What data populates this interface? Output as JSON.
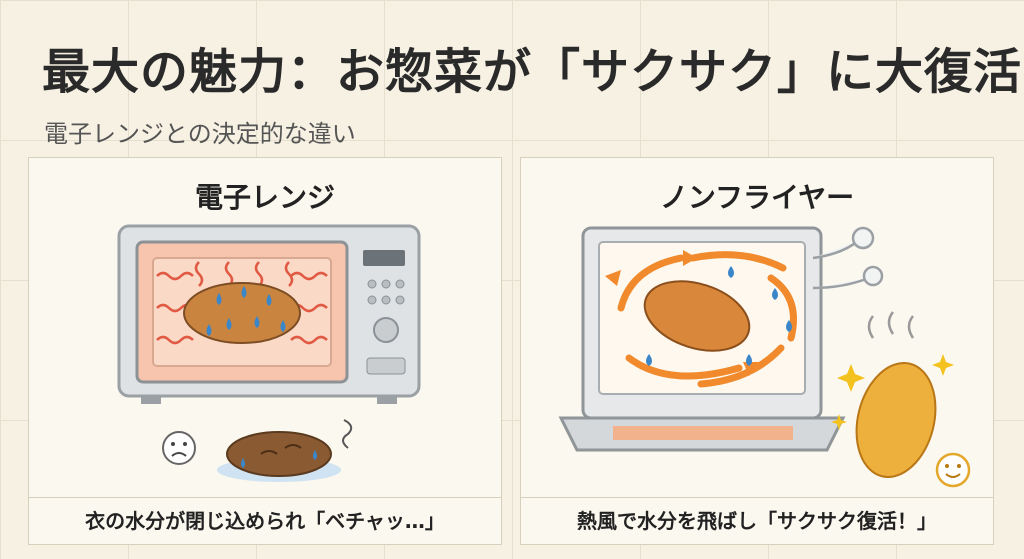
{
  "header": {
    "title": "最大の魅力：お惣菜が「サクサク」に大復活",
    "subtitle": "電子レンジとの決定的な違い"
  },
  "panels": [
    {
      "heading": "電子レンジ",
      "caption": "衣の水分が閉じ込められ「ベチャッ…」"
    },
    {
      "heading": "ノンフライヤー",
      "caption": "熱風で水分を飛ばし「サクサク復活！」"
    }
  ],
  "colors": {
    "appliance_body": "#e3e5e6",
    "microwave_interior": "#f6c7b3",
    "heat_wave": "#e05a43",
    "water_drop": "#3a86c8",
    "croquette_soggy": "#8a5a33",
    "croquette_crispy": "#e8a23a",
    "hot_air_arrow": "#f08a2c"
  },
  "icons": [
    "sad-face-icon",
    "smile-face-icon",
    "sparkle-icon",
    "steam-icon"
  ]
}
